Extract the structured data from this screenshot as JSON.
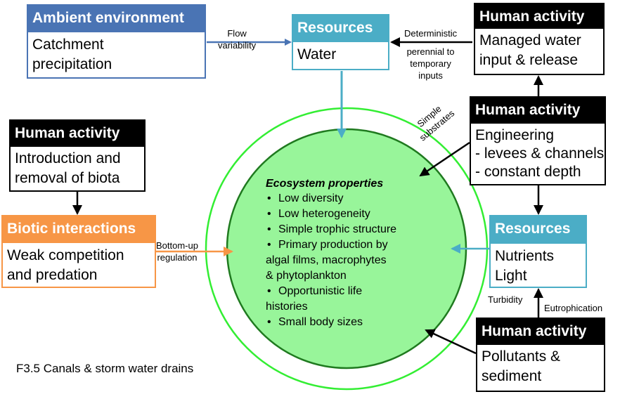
{
  "ambient": {
    "header": "Ambient environment",
    "lines": [
      "Catchment",
      "precipitation"
    ]
  },
  "resources_water": {
    "header": "Resources",
    "lines": [
      "Water"
    ]
  },
  "human_water": {
    "header": "Human activity",
    "lines": [
      "Managed water",
      "input & release"
    ]
  },
  "human_engineering": {
    "header": "Human activity",
    "lines": [
      "Engineering",
      "- levees & channels",
      "- constant depth"
    ]
  },
  "human_biota": {
    "header": "Human activity",
    "lines": [
      "Introduction and",
      "removal of biota"
    ]
  },
  "biotic": {
    "header": "Biotic interactions",
    "lines": [
      "Weak competition",
      "and predation"
    ]
  },
  "resources_nutrients": {
    "header": "Resources",
    "lines": [
      "Nutrients",
      "Light"
    ]
  },
  "human_pollutants": {
    "header": "Human activity",
    "lines": [
      "Pollutants &",
      "sediment"
    ]
  },
  "labels": {
    "flow": [
      "Flow",
      "variability"
    ],
    "deterministic": [
      "Deterministic",
      "perennial to",
      "temporary",
      "inputs"
    ],
    "simple": [
      "Simple",
      "substrates"
    ],
    "bottom_up": [
      "Bottom-up",
      "regulation"
    ],
    "turbidity": "Turbidity",
    "eutrophication": "Eutrophication"
  },
  "ecosystem": {
    "title": "Ecosystem properties",
    "items": [
      [
        "Low diversity"
      ],
      [
        "Low heterogeneity"
      ],
      [
        "Simple trophic structure"
      ],
      [
        "Primary production by",
        "algal films, macrophytes",
        "& phytoplankton"
      ],
      [
        "Opportunistic life",
        "histories"
      ],
      [
        "Small body sizes"
      ]
    ]
  },
  "caption": "F3.5 Canals & storm water drains",
  "colors": {
    "ambient": "#4a74b4",
    "resources": "#4badc6",
    "human": "#000000",
    "biotic": "#f79646",
    "ecosystem_fill": "#98f59a",
    "ecosystem_outer_ring": "#33ee33",
    "ecosystem_inner_ring": "#1f7a1f"
  }
}
